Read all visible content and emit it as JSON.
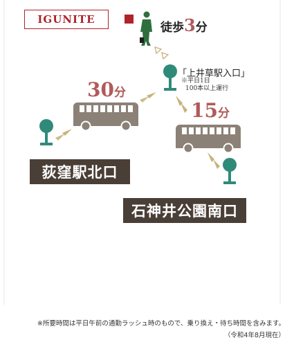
{
  "origin": {
    "label": "IGUNITE"
  },
  "walk": {
    "prefix": "徒歩",
    "number": "3",
    "unit": "分"
  },
  "bus_stop": {
    "name": "「上井草駅入口」",
    "note_line1": "※平日1日",
    "note_line2": "100本以上運行"
  },
  "route_left": {
    "number": "30",
    "unit": "分",
    "destination": "荻窪駅北口"
  },
  "route_right": {
    "number": "15",
    "unit": "分",
    "destination": "石神井公園南口"
  },
  "footnote": "※所要時間は平日午前の通勤ラッシュ時のもので、乗り換え・待ち時間を含みます。",
  "footnote_date": "（令和4年8月現在）",
  "colors": {
    "accent_red": "#b0232a",
    "stop_teal": "#2f8a7a",
    "walker_green": "#2f6f3e",
    "bus_gray": "#8c8177",
    "dest_brown": "#4a3f37",
    "arrow_tan": "#c8b27a",
    "minutes_rose": "#b25a5a"
  }
}
